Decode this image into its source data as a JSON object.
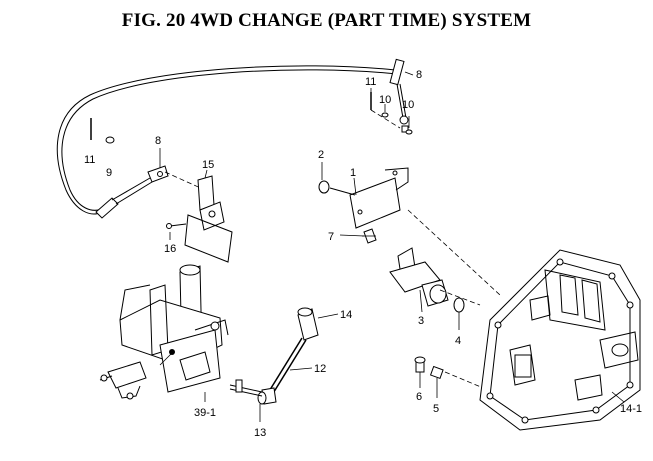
{
  "title": "FIG. 20  4WD CHANGE (PART TIME) SYSTEM",
  "callouts": {
    "c8_top": "8",
    "c11_top": "11",
    "c10_a": "10",
    "c10_b": "10",
    "c8_left": "8",
    "c11_left": "11",
    "c9": "9",
    "c15": "15",
    "c16": "16",
    "c2": "2",
    "c1": "1",
    "c7": "7",
    "c3": "3",
    "c4": "4",
    "c14": "14",
    "c12": "12",
    "c13": "13",
    "c39_1": "39-1",
    "c6": "6",
    "c5": "5",
    "c14_1": "14-1"
  }
}
